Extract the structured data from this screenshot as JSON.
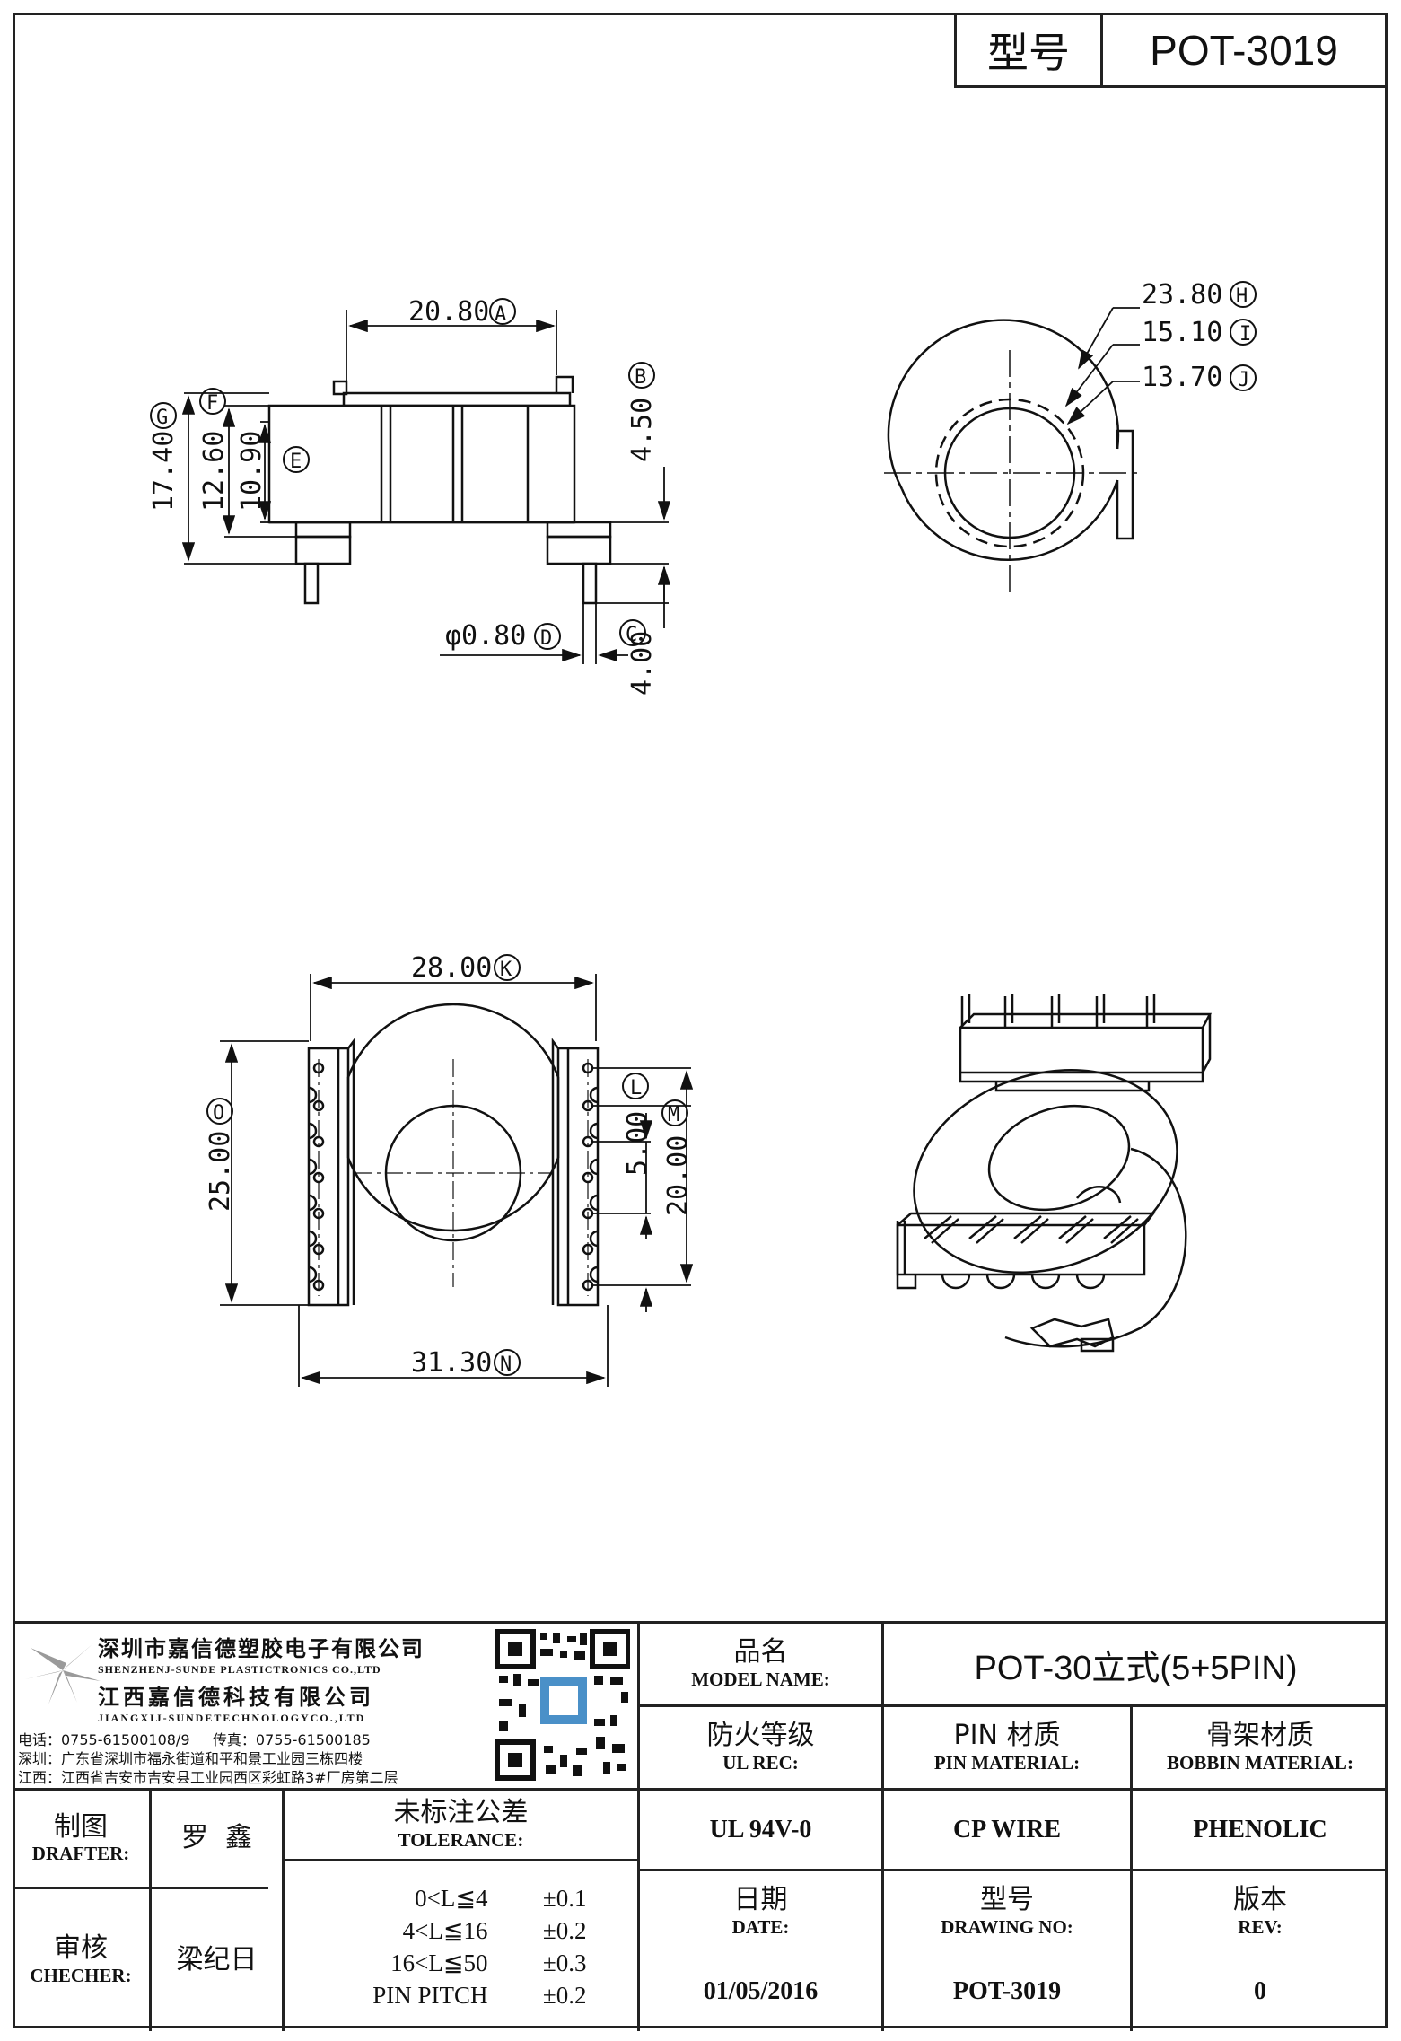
{
  "header": {
    "model_key": "型号",
    "model_value": "POT-3019"
  },
  "dimensions": {
    "A": "20.80",
    "B": "4.50",
    "C": "4.00",
    "D": "φ0.80",
    "E": "10.90",
    "F": "12.60",
    "G": "17.40",
    "H": "23.80",
    "I": "15.10",
    "J": "13.70",
    "K": "28.00",
    "L": "5.00",
    "M": "20.00",
    "N": "31.30",
    "O": "25.00"
  },
  "title_block": {
    "company_sz_cn": "深圳市嘉信德塑胶电子有限公司",
    "company_sz_en": "SHENZHENJ-SUNDE PLASTICTRONICS CO.,LTD",
    "company_jx_cn": "江西嘉信德科技有限公司",
    "company_jx_en": "JIANGXIJ-SUNDETECHNOLOGYCO.,LTD",
    "phone_line": "电话：0755-61500108/9     传真：0755-61500185",
    "addr_sz": "深圳：广东省深圳市福永街道和平和景工业园三栋四楼",
    "addr_jx": "江西：江西省吉安市吉安县工业园西区彩虹路3#厂房第二层",
    "model_name_cn": "品名",
    "model_name_en": "MODEL NAME:",
    "model_name_value": "POT-30立式(5+5PIN)",
    "ul_cn": "防火等级",
    "ul_en": "UL REC:",
    "ul_value": "UL 94V-0",
    "pin_cn": "PIN 材质",
    "pin_en": "PIN MATERIAL:",
    "pin_value": "CP WIRE",
    "bobbin_cn": "骨架材质",
    "bobbin_en": "BOBBIN MATERIAL:",
    "bobbin_value": "PHENOLIC",
    "drafter_cn": "制图",
    "drafter_en": "DRAFTER:",
    "drafter_value": "罗  鑫",
    "checker_cn": "审核",
    "checker_en": "CHECHER:",
    "checker_value": "梁纪日",
    "tol_cn": "未标注公差",
    "tol_en": "TOLERANCE:",
    "tolerances": [
      {
        "range": "0<L≦4",
        "value": "±0.1"
      },
      {
        "range": "4<L≦16",
        "value": "±0.2"
      },
      {
        "range": "16<L≦50",
        "value": "±0.3"
      },
      {
        "range": "PIN PITCH",
        "value": "±0.2"
      }
    ],
    "date_cn": "日期",
    "date_en": "DATE:",
    "date_value": "01/05/2016",
    "drawno_cn": "型号",
    "drawno_en": "DRAWING NO:",
    "drawno_value": "POT-3019",
    "rev_cn": "版本",
    "rev_en": "REV:",
    "rev_value": "0"
  }
}
